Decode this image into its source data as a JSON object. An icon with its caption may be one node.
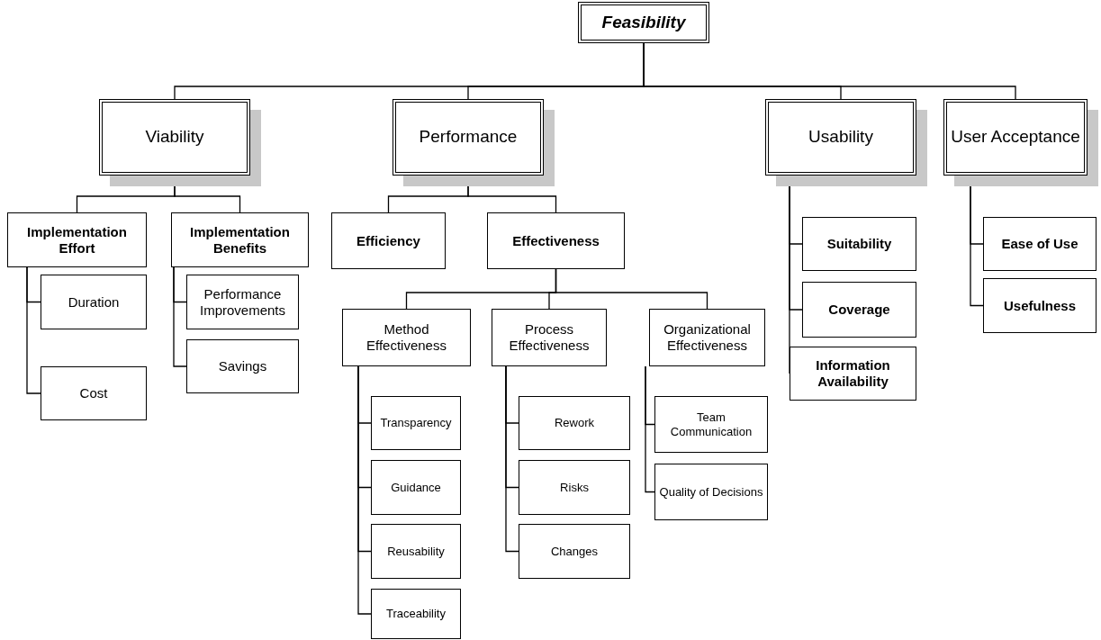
{
  "diagram": {
    "nodes": [
      {
        "text": [
          "Feasibility"
        ]
      },
      {
        "text": [
          "Viability"
        ]
      },
      {
        "text": [
          "Performance"
        ]
      },
      {
        "text": [
          "Usability"
        ]
      },
      {
        "text": [
          "User Acceptance"
        ]
      },
      {
        "text": [
          "Implementation Effort"
        ]
      },
      {
        "text": [
          "Implementation Benefits"
        ]
      },
      {
        "text": [
          "Duration"
        ]
      },
      {
        "text": [
          "Cost"
        ]
      },
      {
        "text": [
          "Performance Improvements"
        ]
      },
      {
        "text": [
          "Savings"
        ]
      },
      {
        "text": [
          "Efficiency"
        ]
      },
      {
        "text": [
          "Effectiveness"
        ]
      },
      {
        "text": [
          "Method Effectiveness"
        ]
      },
      {
        "text": [
          "Process Effectiveness"
        ]
      },
      {
        "text": [
          "Organizational Effectiveness"
        ]
      },
      {
        "text": [
          "Transparency"
        ]
      },
      {
        "text": [
          "Guidance"
        ]
      },
      {
        "text": [
          "Reusability"
        ]
      },
      {
        "text": [
          "Traceability"
        ]
      },
      {
        "text": [
          "Rework"
        ]
      },
      {
        "text": [
          "Risks"
        ]
      },
      {
        "text": [
          "Changes"
        ]
      },
      {
        "text": [
          "Team Communication"
        ]
      },
      {
        "text": [
          "Quality of Decisions"
        ]
      },
      {
        "text": [
          "Suitability"
        ]
      },
      {
        "text": [
          "Coverage"
        ]
      },
      {
        "text": [
          "Information Availability"
        ]
      },
      {
        "text": [
          "Ease of Use"
        ]
      },
      {
        "text": [
          "Usefulness"
        ]
      }
    ],
    "edges": [
      {
        "from": 0,
        "to": 1,
        "arrow": "none"
      },
      {
        "from": 0,
        "to": 2,
        "arrow": "none"
      },
      {
        "from": 0,
        "to": 3,
        "arrow": "none"
      },
      {
        "from": 0,
        "to": 4,
        "arrow": "none"
      },
      {
        "from": 1,
        "to": 5,
        "arrow": "none"
      },
      {
        "from": 1,
        "to": 6,
        "arrow": "none"
      },
      {
        "from": 5,
        "to": 7,
        "arrow": "none"
      },
      {
        "from": 5,
        "to": 8,
        "arrow": "none"
      },
      {
        "from": 6,
        "to": 9,
        "arrow": "none"
      },
      {
        "from": 6,
        "to": 10,
        "arrow": "none"
      },
      {
        "from": 2,
        "to": 11,
        "arrow": "none"
      },
      {
        "from": 2,
        "to": 12,
        "arrow": "none"
      },
      {
        "from": 12,
        "to": 13,
        "arrow": "none"
      },
      {
        "from": 12,
        "to": 14,
        "arrow": "none"
      },
      {
        "from": 12,
        "to": 15,
        "arrow": "none"
      },
      {
        "from": 13,
        "to": 16,
        "arrow": "none"
      },
      {
        "from": 13,
        "to": 17,
        "arrow": "none"
      },
      {
        "from": 13,
        "to": 18,
        "arrow": "none"
      },
      {
        "from": 13,
        "to": 19,
        "arrow": "none"
      },
      {
        "from": 14,
        "to": 20,
        "arrow": "none"
      },
      {
        "from": 14,
        "to": 21,
        "arrow": "none"
      },
      {
        "from": 14,
        "to": 22,
        "arrow": "none"
      },
      {
        "from": 15,
        "to": 23,
        "arrow": "none"
      },
      {
        "from": 15,
        "to": 24,
        "arrow": "none"
      },
      {
        "from": 3,
        "to": 25,
        "arrow": "none"
      },
      {
        "from": 3,
        "to": 26,
        "arrow": "none"
      },
      {
        "from": 3,
        "to": 27,
        "arrow": "none"
      },
      {
        "from": 4,
        "to": 28,
        "arrow": "none"
      },
      {
        "from": 4,
        "to": 29,
        "arrow": "none"
      }
    ]
  }
}
